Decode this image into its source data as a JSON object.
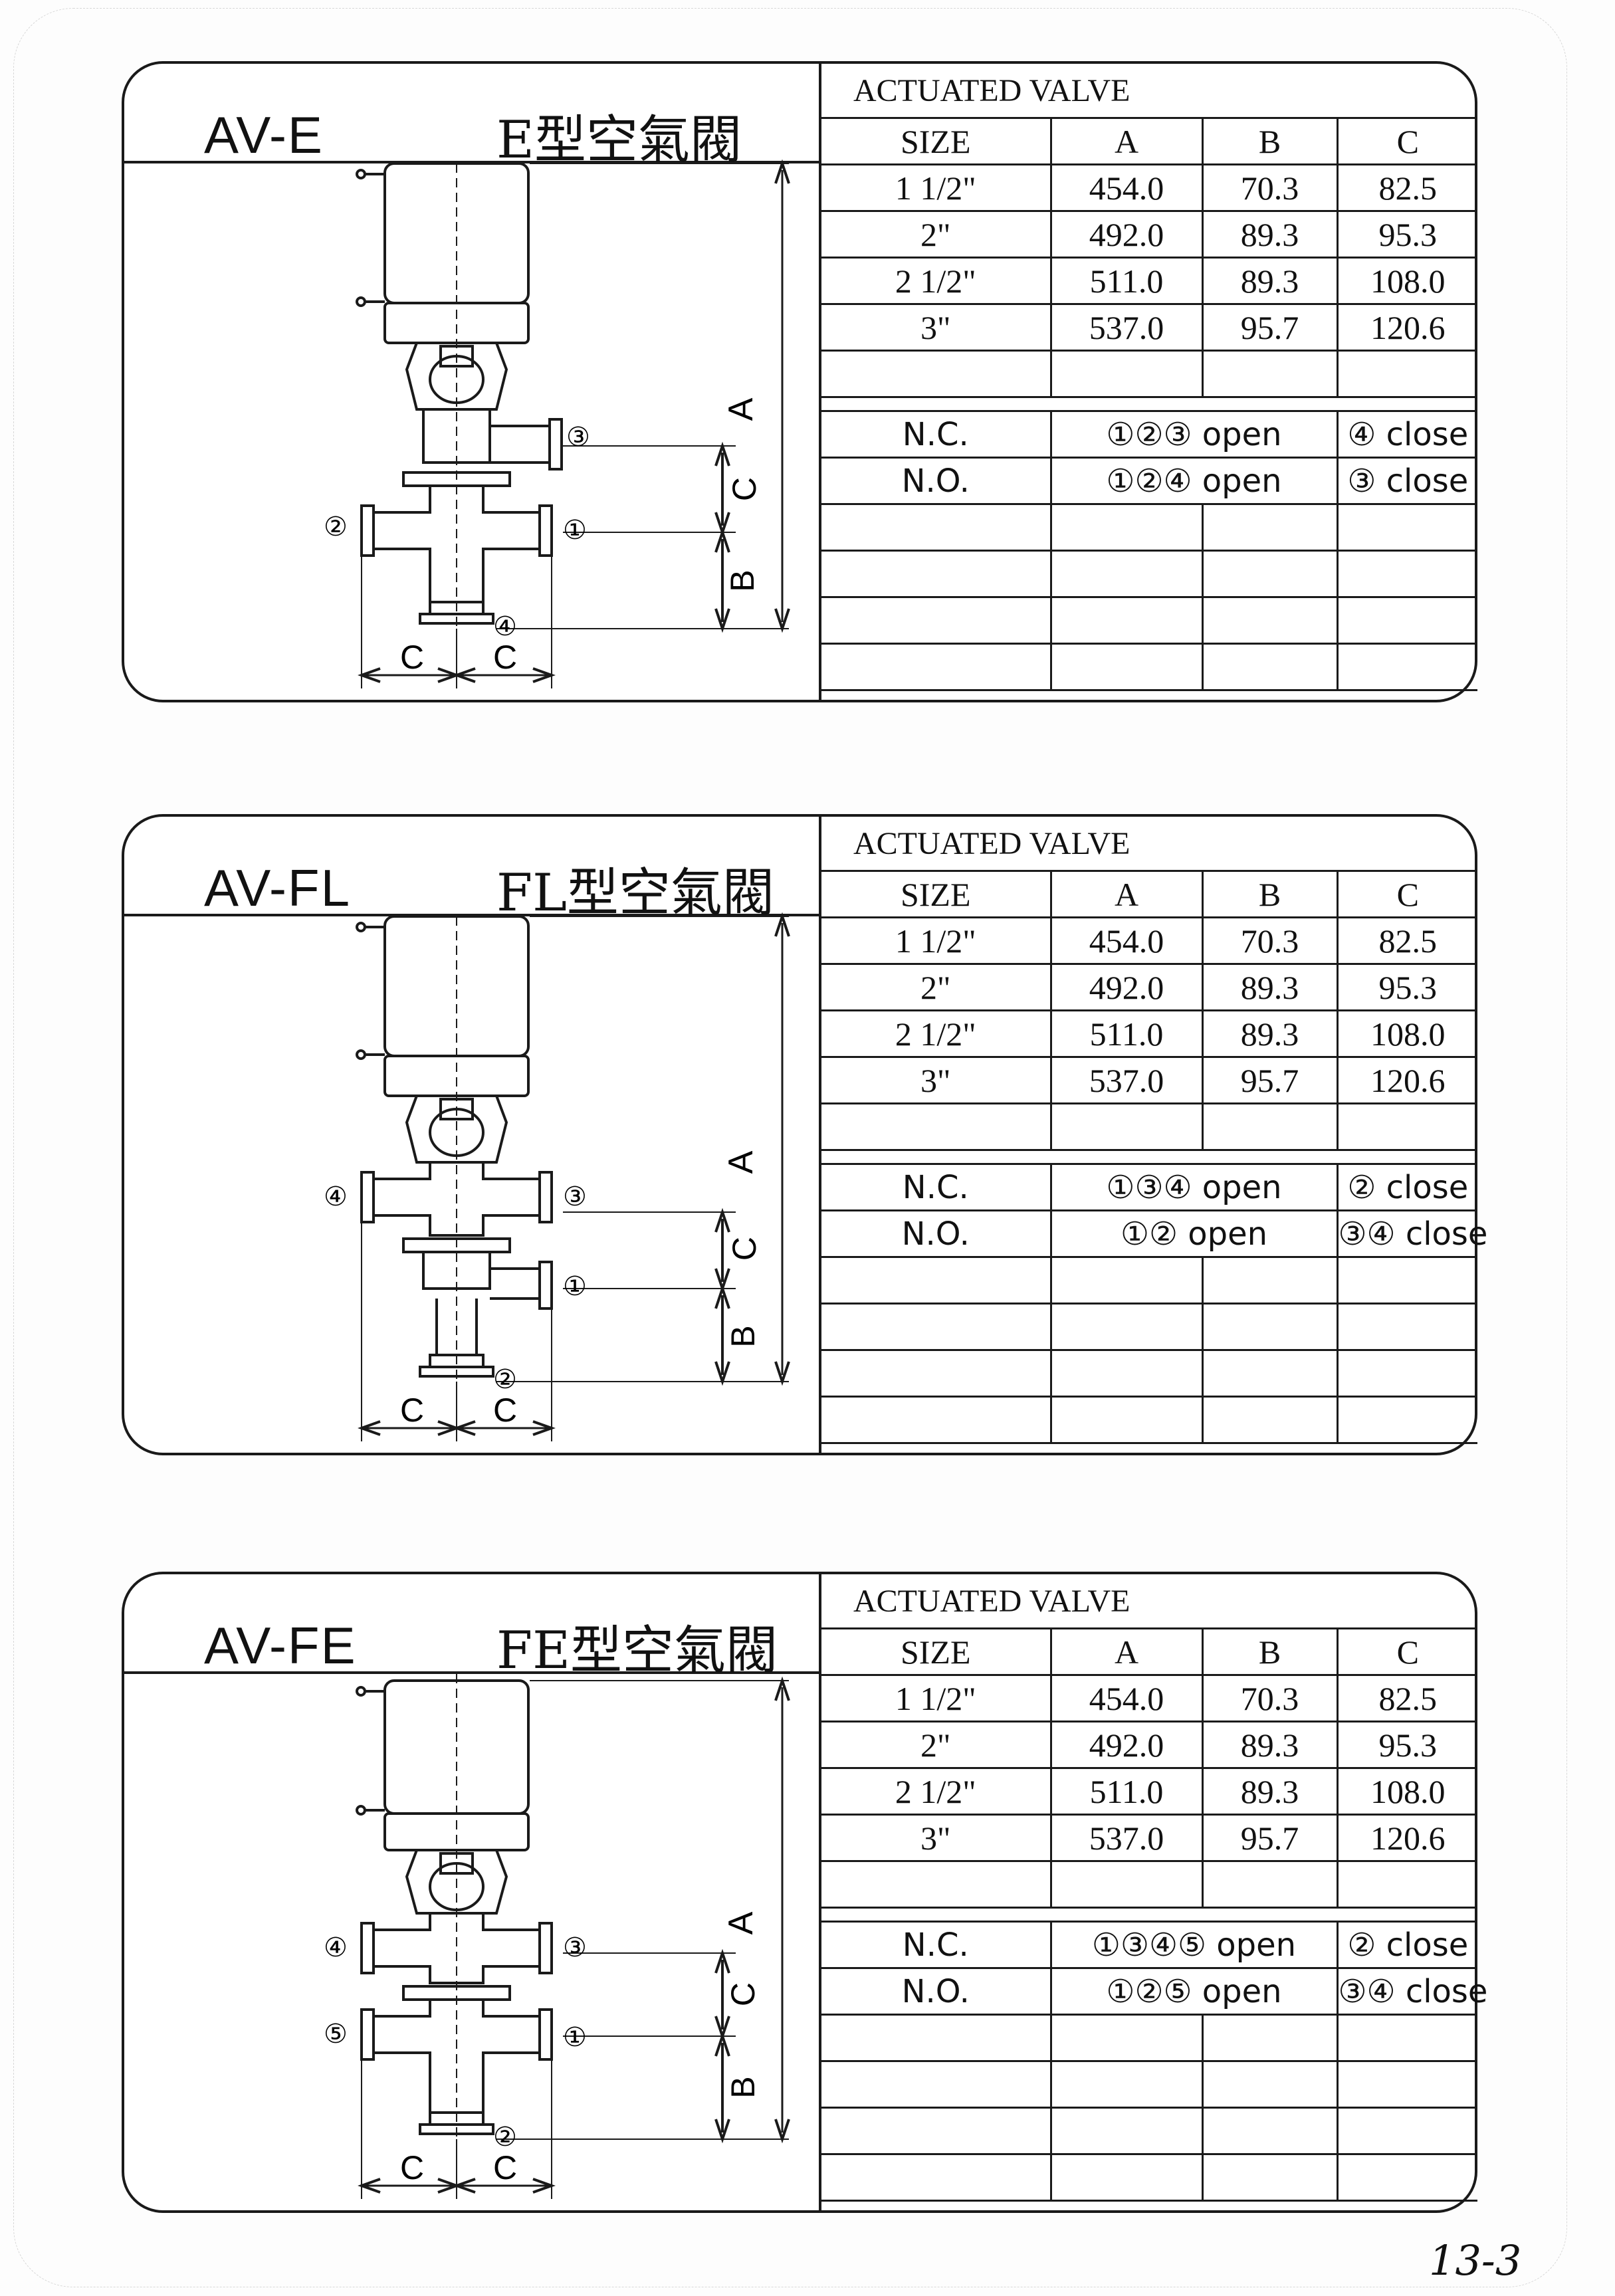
{
  "panels": [
    {
      "model": "AV-E",
      "chinese_name": "E型空氣閥",
      "table_title": "ACTUATED VALVE",
      "headers": [
        "SIZE",
        "A",
        "B",
        "C"
      ],
      "rows": [
        [
          "1 1/2\"",
          "454.0",
          "70.3",
          "82.5"
        ],
        [
          "2\"",
          "492.0",
          "89.3",
          "95.3"
        ],
        [
          "2 1/2\"",
          "511.0",
          "89.3",
          "108.0"
        ],
        [
          "3\"",
          "537.0",
          "95.7",
          "120.6"
        ]
      ],
      "nc": {
        "label": "N.C.",
        "open": "①②③ open",
        "close": "④ close"
      },
      "no": {
        "label": "N.O.",
        "open": "①②④ open",
        "close": "③ close"
      },
      "ports": {
        "p1": "①",
        "p2": "②",
        "p3": "③",
        "p4": "④"
      },
      "dims": {
        "a": "A",
        "b": "B",
        "c": "C",
        "c_left": "C",
        "c_right": "C"
      }
    },
    {
      "model": "AV-FL",
      "chinese_name": "FL型空氣閥",
      "table_title": "ACTUATED VALVE",
      "headers": [
        "SIZE",
        "A",
        "B",
        "C"
      ],
      "rows": [
        [
          "1 1/2\"",
          "454.0",
          "70.3",
          "82.5"
        ],
        [
          "2\"",
          "492.0",
          "89.3",
          "95.3"
        ],
        [
          "2 1/2\"",
          "511.0",
          "89.3",
          "108.0"
        ],
        [
          "3\"",
          "537.0",
          "95.7",
          "120.6"
        ]
      ],
      "nc": {
        "label": "N.C.",
        "open": "①③④ open",
        "close": "② close"
      },
      "no": {
        "label": "N.O.",
        "open": "①② open",
        "close": "③④ close"
      },
      "ports": {
        "p1": "①",
        "p2": "②",
        "p3": "③",
        "p4": "④"
      },
      "dims": {
        "a": "A",
        "b": "B",
        "c": "C",
        "c_left": "C",
        "c_right": "C"
      }
    },
    {
      "model": "AV-FE",
      "chinese_name": "FE型空氣閥",
      "table_title": "ACTUATED VALVE",
      "headers": [
        "SIZE",
        "A",
        "B",
        "C"
      ],
      "rows": [
        [
          "1 1/2\"",
          "454.0",
          "70.3",
          "82.5"
        ],
        [
          "2\"",
          "492.0",
          "89.3",
          "95.3"
        ],
        [
          "2 1/2\"",
          "511.0",
          "89.3",
          "108.0"
        ],
        [
          "3\"",
          "537.0",
          "95.7",
          "120.6"
        ]
      ],
      "nc": {
        "label": "N.C.",
        "open": "①③④⑤ open",
        "close": "② close"
      },
      "no": {
        "label": "N.O.",
        "open": "①②⑤ open",
        "close": "③④ close"
      },
      "ports": {
        "p1": "①",
        "p2": "②",
        "p3": "③",
        "p4": "④",
        "p5": "⑤"
      },
      "dims": {
        "a": "A",
        "b": "B",
        "c": "C",
        "c_left": "C",
        "c_right": "C"
      }
    }
  ],
  "page_number": "13-3"
}
